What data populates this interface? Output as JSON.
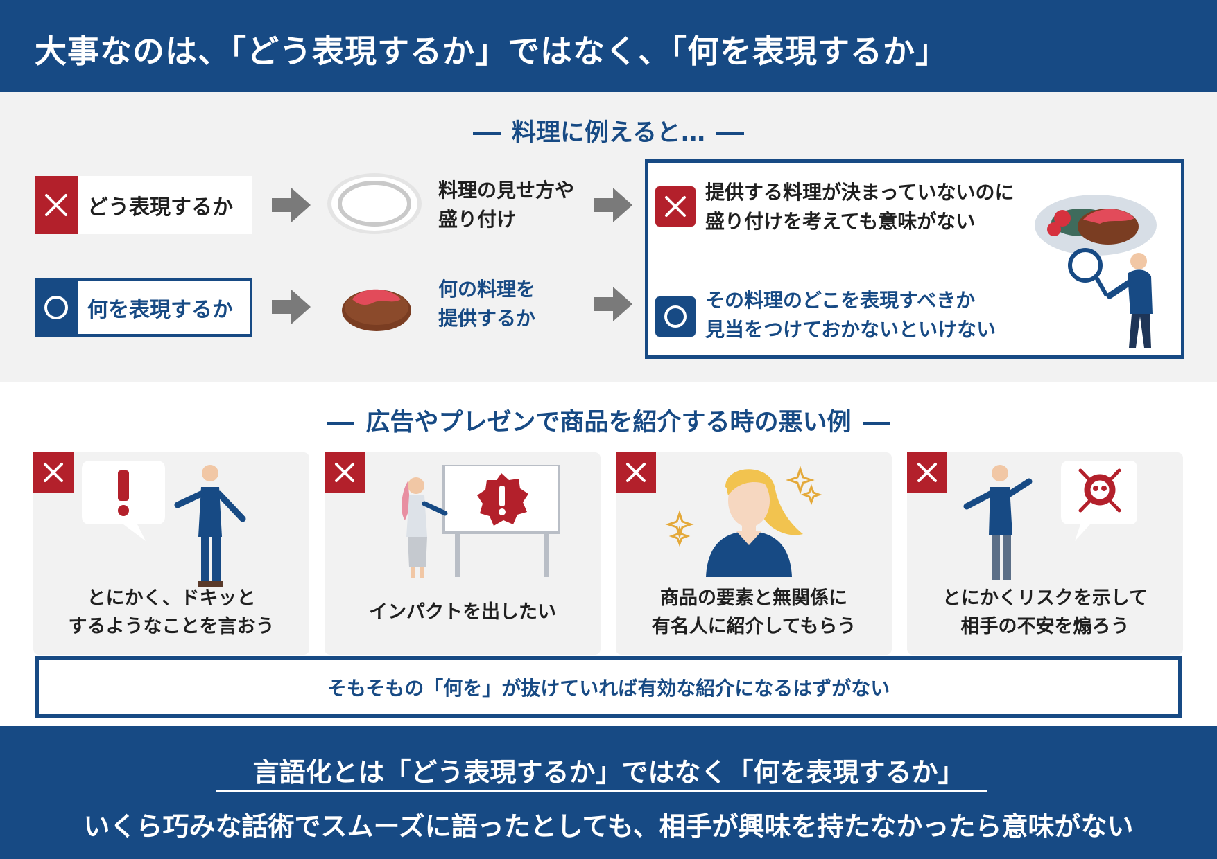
{
  "header": {
    "title": "大事なのは、「どう表現するか」ではなく、「何を表現するか」"
  },
  "section1": {
    "heading": "料理に例えると…",
    "how_label": "どう表現するか",
    "how_desc_1": "料理の見せ方や",
    "how_desc_2": "盛り付け",
    "what_label": "何を表現するか",
    "what_desc_1": "何の料理を",
    "what_desc_2": "提供するか",
    "explain_bad_1": "提供する料理が決まっていないのに",
    "explain_bad_2": "盛り付けを考えても意味がない",
    "explain_good_1": "その料理のどこを表現すべきか",
    "explain_good_2": "見当をつけておかないといけない"
  },
  "section2": {
    "heading": "広告やプレゼンで商品を紹介する時の悪い例",
    "cards": [
      {
        "line1": "とにかく、ドキッと",
        "line2": "するようなことを言おう"
      },
      {
        "line1": "インパクトを出したい",
        "line2": ""
      },
      {
        "line1": "商品の要素と無関係に",
        "line2": "有名人に紹介してもらう"
      },
      {
        "line1": "とにかくリスクを示して",
        "line2": "相手の不安を煽ろう"
      }
    ],
    "summary": "そもそもの「何を」が抜けていれば有効な紹介になるはずがない"
  },
  "footer": {
    "title": "言語化とは「どう表現するか」ではなく「何を表現するか」",
    "subtitle": "いくら巧みな話術でスムーズに語ったとしても、相手が興味を持たなかったら意味がない"
  },
  "colors": {
    "navy": "#174a84",
    "red": "#b3202b",
    "light_gray": "#f2f2f2",
    "arrow_gray": "#7a7a7a"
  },
  "icons": {
    "bad": "cross-icon",
    "good": "circle-icon",
    "arrow": "arrow-right-icon"
  }
}
